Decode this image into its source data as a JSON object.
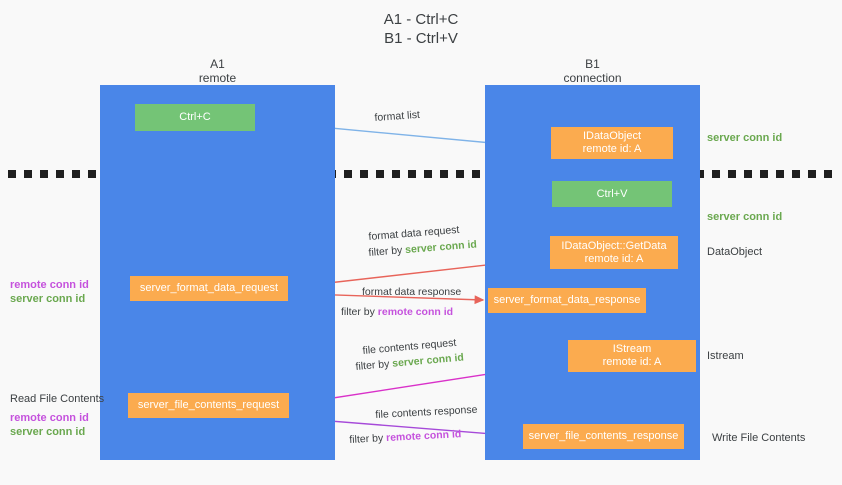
{
  "title": "A1 - Ctrl+C\nB1 - Ctrl+V",
  "lanes": {
    "a1": {
      "header": "A1\nremote"
    },
    "b1": {
      "header": "B1\nconnection"
    }
  },
  "nodes": {
    "ctrl_c": "Ctrl+C",
    "idataobject": "IDataObject\nremote id: A",
    "ctrl_v": "Ctrl+V",
    "getdata": "IDataObject::GetData\nremote id: A",
    "server_format_data_request": "server_format_data_request",
    "server_format_data_response": "server_format_data_response",
    "istream": "IStream\nremote id: A",
    "server_file_contents_request": "server_file_contents_request",
    "server_file_contents_response": "server_file_contents_response"
  },
  "right_labels": {
    "server_conn_id_1": "server conn id",
    "server_conn_id_2": "server conn id",
    "dataobject": "DataObject",
    "istream": "Istream",
    "write_file_contents": "Write File Contents"
  },
  "left_labels": {
    "read_file_contents": "Read File Contents",
    "remote_conn_id": "remote conn id",
    "server_conn_id": "server conn id"
  },
  "flows": {
    "format_list": "format list",
    "format_data_request": "format data request",
    "format_data_request_filter_prefix": "filter by ",
    "format_data_request_filter_value": "server conn id",
    "format_data_response": "format data response",
    "format_data_response_filter_prefix": "filter by ",
    "format_data_response_filter_value": "remote conn id",
    "file_contents_request": "file contents request",
    "file_contents_request_filter_prefix": "filter by ",
    "file_contents_request_filter_value": "server conn id",
    "file_contents_response": "file contents response",
    "file_contents_response_filter_prefix": "filter by ",
    "file_contents_response_filter_value": "remote conn id"
  },
  "colors": {
    "lane": "#4a86e8",
    "green_node": "#74c476",
    "orange_node": "#fbab4f",
    "remote_conn": "#c552dd",
    "server_conn": "#6aa84f",
    "background": "#f9f9f9",
    "divider": "#1f1f1f",
    "arrow_blue": "#7fb3e8",
    "arrow_red": "#e8645a",
    "arrow_magenta": "#d931c9",
    "arrow_purple": "#a64ad9",
    "arrow_black": "#000000"
  }
}
